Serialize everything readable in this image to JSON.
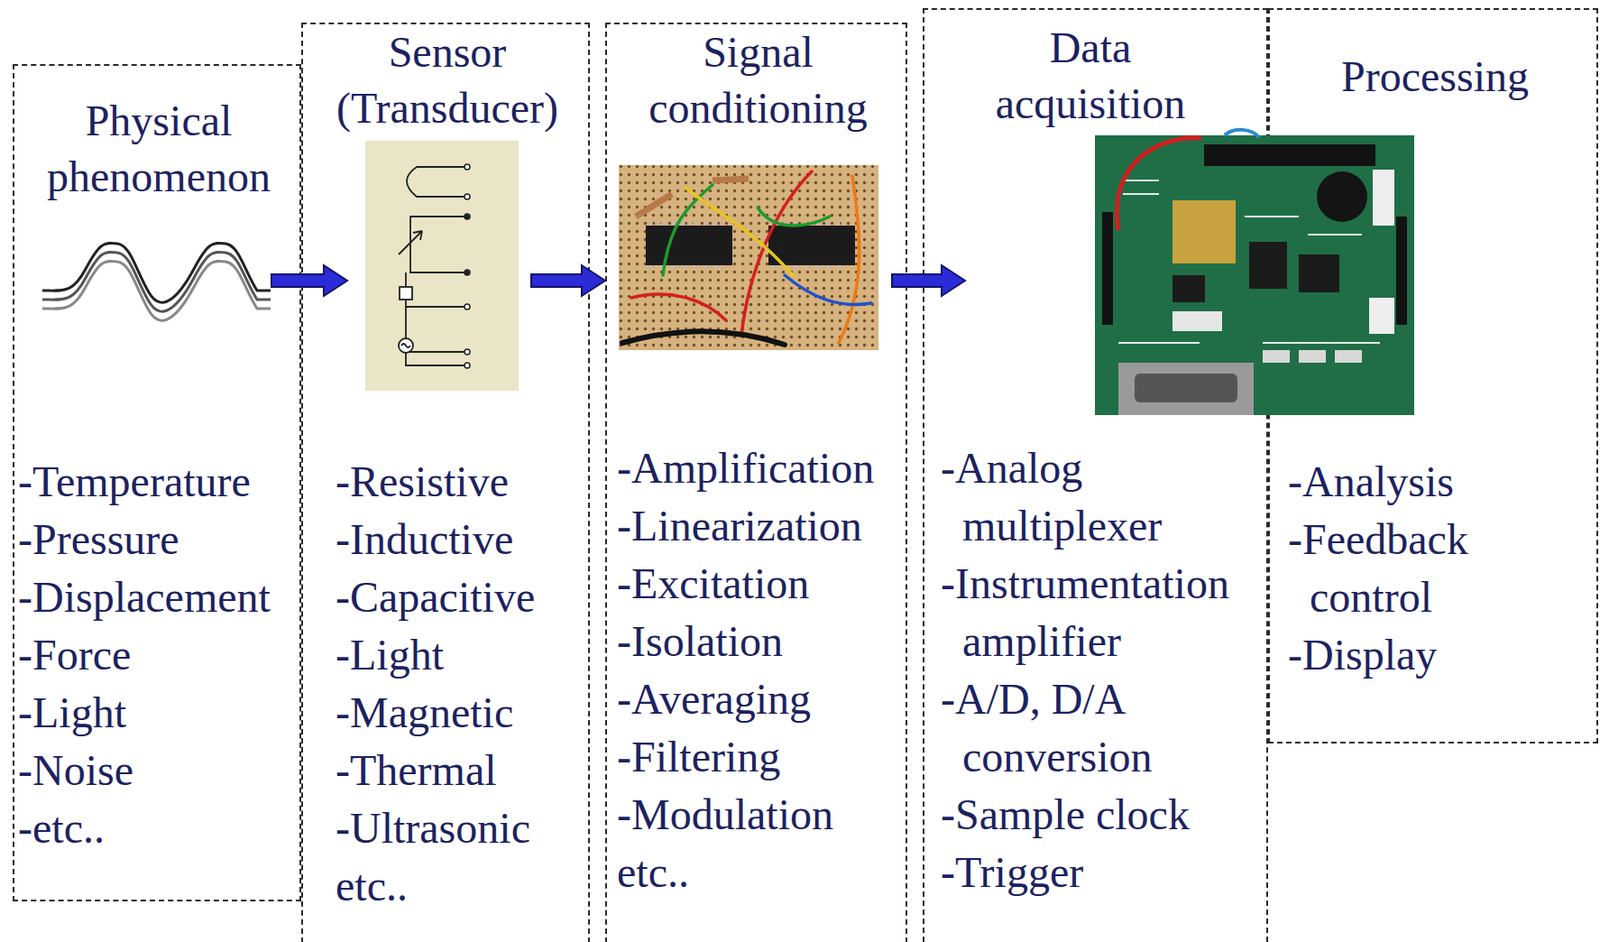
{
  "diagram": {
    "nodes": [
      {
        "text": [
          "Physical phenomenon",
          "-Temperature",
          "-Pressure",
          "-Displacement",
          "-Force",
          "-Light",
          "-Noise",
          "-etc.."
        ]
      },
      {
        "text": [
          "Sensor (Transducer)",
          "-Resistive",
          "-Inductive",
          "-Capacitive",
          "-Light",
          "-Magnetic",
          "-Thermal",
          "-Ultrasonic",
          "etc.."
        ]
      },
      {
        "text": [
          "Signal conditioning",
          "-Amplification",
          "-Linearization",
          "-Excitation",
          "-Isolation",
          "-Averaging",
          "-Filtering",
          "-Modulation",
          "etc.."
        ]
      },
      {
        "text": [
          "Data acquisition",
          "-Analog multiplexer",
          "-Instrumentation amplifier",
          "-A/D, D/A conversion",
          "-Sample clock",
          "-Trigger"
        ]
      },
      {
        "text": [
          "Processing",
          "-Analysis",
          "-Feedback control",
          "-Display"
        ]
      }
    ],
    "edges": [
      {
        "from": 0,
        "to": 1,
        "arrow": "to"
      },
      {
        "from": 1,
        "to": 2,
        "arrow": "to"
      },
      {
        "from": 2,
        "to": 3,
        "arrow": "to"
      }
    ]
  }
}
